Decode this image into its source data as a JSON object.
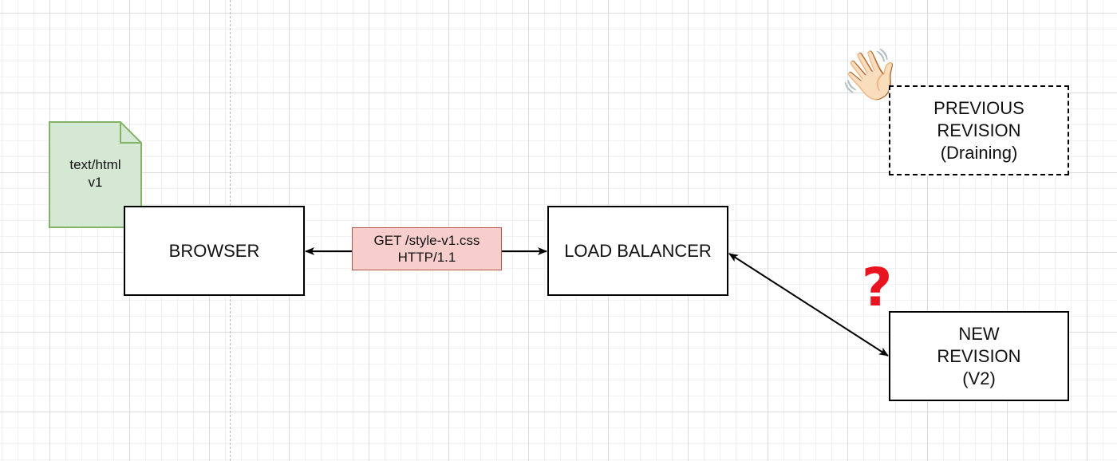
{
  "nodes": {
    "browser": "BROWSER",
    "load_balancer": "LOAD BALANCER",
    "previous_revision": [
      "PREVIOUS",
      "REVISION",
      "(Draining)"
    ],
    "new_revision": [
      "NEW",
      "REVISION",
      "(V2)"
    ]
  },
  "request_label": [
    "GET /style-v1.css",
    "HTTP/1.1"
  ],
  "document": [
    "text/html",
    "v1"
  ],
  "icons": {
    "wave": "👋🏻",
    "question": "?"
  },
  "colors": {
    "request_fill": "#f8cecc",
    "request_border": "#b85450",
    "document_fill": "#d5e8d4",
    "document_border": "#82b366",
    "question_mark": "#e8141f"
  }
}
